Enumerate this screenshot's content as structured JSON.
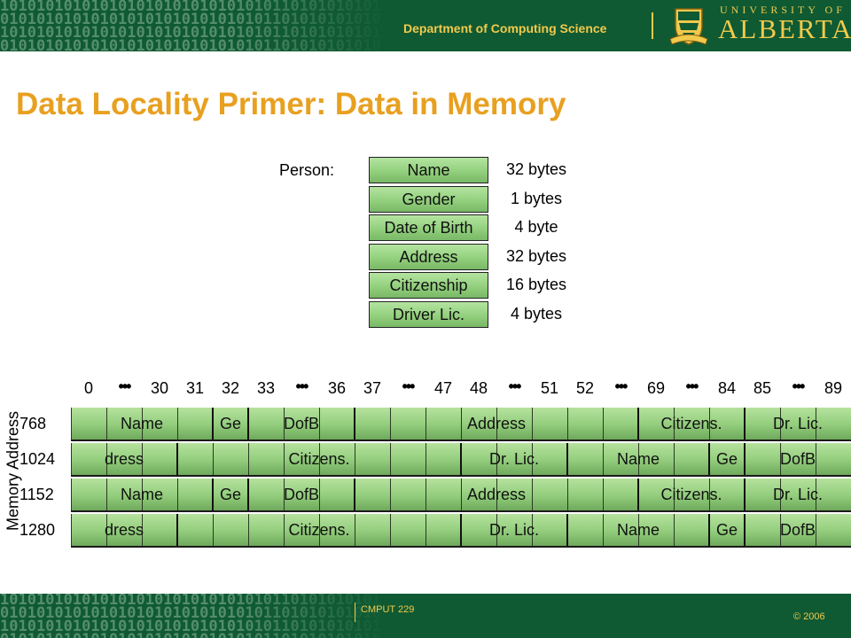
{
  "header": {
    "department": "Department of Computing Science",
    "university_small": "UNIVERSITY OF",
    "university_big": "ALBERTA",
    "crest_icon": "university-crest-icon",
    "binary_pattern": "1010101010101010101010101010101"
  },
  "slide": {
    "title": "Data Locality Primer: Data in Memory"
  },
  "person": {
    "label": "Person:",
    "fields": [
      {
        "name": "Name",
        "size": "32 bytes"
      },
      {
        "name": "Gender",
        "size": "1 bytes"
      },
      {
        "name": "Date of Birth",
        "size": "4 byte"
      },
      {
        "name": "Address",
        "size": "32 bytes"
      },
      {
        "name": "Citizenship",
        "size": "16 bytes"
      },
      {
        "name": "Driver Lic.",
        "size": "4 bytes"
      }
    ]
  },
  "memory": {
    "axis_label": "Memory Address",
    "dots": "•••",
    "columns": [
      {
        "label": "0"
      },
      {
        "label": "•••",
        "dots": true
      },
      {
        "label": "30"
      },
      {
        "label": "31"
      },
      {
        "label": "32"
      },
      {
        "label": "33"
      },
      {
        "label": "•••",
        "dots": true
      },
      {
        "label": "36"
      },
      {
        "label": "37"
      },
      {
        "label": "•••",
        "dots": true
      },
      {
        "label": "47"
      },
      {
        "label": "48"
      },
      {
        "label": "•••",
        "dots": true
      },
      {
        "label": "51"
      },
      {
        "label": "52"
      },
      {
        "label": "•••",
        "dots": true
      },
      {
        "label": "69"
      },
      {
        "label": "•••",
        "dots": true
      },
      {
        "label": "84"
      },
      {
        "label": "85"
      },
      {
        "label": "•••",
        "dots": true
      },
      {
        "label": "89"
      }
    ],
    "rows": [
      {
        "address": "768",
        "segments": [
          {
            "label": "Name",
            "from": 0,
            "to": 4
          },
          {
            "label": "Ge",
            "from": 4,
            "to": 5
          },
          {
            "label": "DofB",
            "from": 5,
            "to": 8
          },
          {
            "label": "Address",
            "from": 8,
            "to": 16
          },
          {
            "label": "Citizens.",
            "from": 16,
            "to": 19
          },
          {
            "label": "Dr. Lic.",
            "from": 19,
            "to": 22
          }
        ]
      },
      {
        "address": "1024",
        "segments": [
          {
            "label": "dress",
            "from": 0,
            "to": 3
          },
          {
            "label": "Citizens.",
            "from": 3,
            "to": 11
          },
          {
            "label": "Dr. Lic.",
            "from": 11,
            "to": 14
          },
          {
            "label": "Name",
            "from": 14,
            "to": 18
          },
          {
            "label": "Ge",
            "from": 18,
            "to": 19
          },
          {
            "label": "DofB",
            "from": 19,
            "to": 22
          }
        ]
      },
      {
        "address": "1152",
        "segments": [
          {
            "label": "Name",
            "from": 0,
            "to": 4
          },
          {
            "label": "Ge",
            "from": 4,
            "to": 5
          },
          {
            "label": "DofB",
            "from": 5,
            "to": 8
          },
          {
            "label": "Address",
            "from": 8,
            "to": 16
          },
          {
            "label": "Citizens.",
            "from": 16,
            "to": 19
          },
          {
            "label": "Dr. Lic.",
            "from": 19,
            "to": 22
          }
        ]
      },
      {
        "address": "1280",
        "segments": [
          {
            "label": "dress",
            "from": 0,
            "to": 3
          },
          {
            "label": "Citizens.",
            "from": 3,
            "to": 11
          },
          {
            "label": "Dr. Lic.",
            "from": 11,
            "to": 14
          },
          {
            "label": "Name",
            "from": 14,
            "to": 18
          },
          {
            "label": "Ge",
            "from": 18,
            "to": 19
          },
          {
            "label": "DofB",
            "from": 19,
            "to": 22
          }
        ]
      }
    ]
  },
  "footer": {
    "course": "CMPUT 229",
    "copyright": "© 2006"
  },
  "colors": {
    "header_green": "#0f5a32",
    "gold": "#f2c94c",
    "title_orange": "#e8a020",
    "cell_green": "#95cf7f"
  }
}
